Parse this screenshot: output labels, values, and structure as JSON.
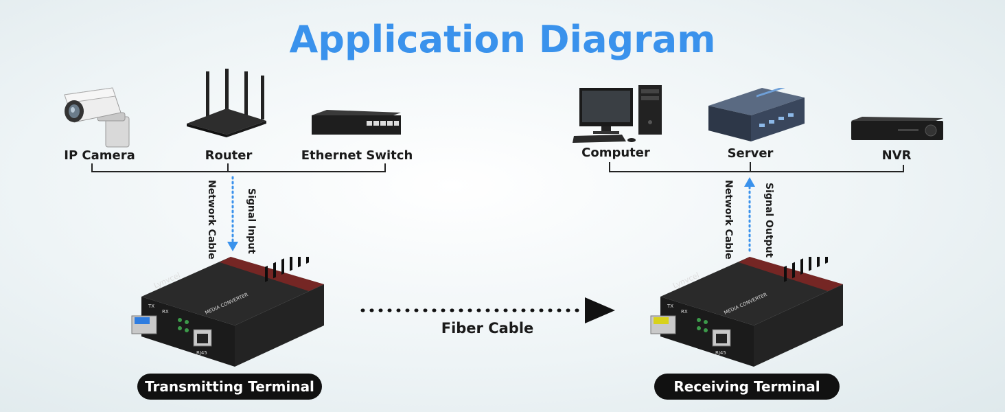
{
  "title": "Application Diagram",
  "left_devices": [
    {
      "label": "IP Camera",
      "icon": "ip-camera-icon"
    },
    {
      "label": "Router",
      "icon": "router-icon"
    },
    {
      "label": "Ethernet Switch",
      "icon": "ethernet-switch-icon"
    }
  ],
  "right_devices": [
    {
      "label": "Computer",
      "icon": "computer-icon"
    },
    {
      "label": "Server",
      "icon": "server-icon"
    },
    {
      "label": "NVR",
      "icon": "nvr-icon"
    }
  ],
  "left_link": {
    "cable": "Network Cable",
    "signal": "Signal Input"
  },
  "right_link": {
    "cable": "Network Cable",
    "signal": "Signal Output"
  },
  "fiber": "Fiber Cable",
  "converter": {
    "brand": "Lynvcel",
    "model": "MEDIA CONVERTER",
    "port_tx": "TX",
    "port_rx": "RX",
    "port_rj45": "RJ45"
  },
  "terminals": {
    "transmitting": "Transmitting Terminal",
    "receiving": "Receiving Terminal"
  },
  "colors": {
    "title": "#3a92ec",
    "arrow": "#3a92ec",
    "sfp_tx": "#2f7de0",
    "sfp_rx": "#d8d21a"
  }
}
